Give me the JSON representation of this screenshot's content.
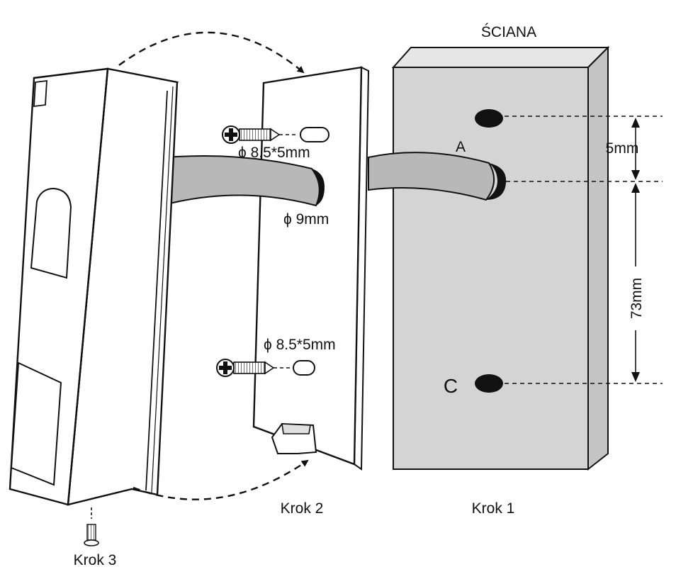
{
  "wall_label": "ŚCIANA",
  "hole_a_label": "A",
  "hole_c_label": "C",
  "dim_upper": "5mm",
  "dim_lower": "73mm",
  "screw_hole_upper": "ϕ 8.5*5mm",
  "screw_hole_lower": "ϕ 8.5*5mm",
  "cable_hole": "ϕ 9mm",
  "step1": "Krok 1",
  "step2": "Krok 2",
  "step3": "Krok 3",
  "colors": {
    "wall_fill": "#d4d4d4",
    "cable_fill": "#b8b8b8",
    "ink": "#111111",
    "background": "#ffffff"
  }
}
